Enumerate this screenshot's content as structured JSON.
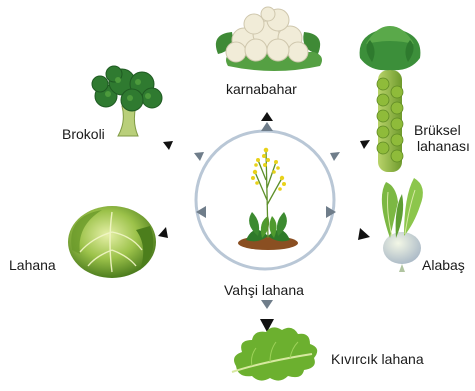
{
  "center": {
    "label": "Vahşi lahana"
  },
  "varieties": {
    "top": "karnabahar",
    "top_right_line1": "Brüksel",
    "top_right_line2": "lahanası",
    "right": "Alabaş",
    "bottom": "Kıvırcık lahana",
    "left": "Lahana",
    "top_left": "Brokoli"
  },
  "colors": {
    "circle": "#b9c7d6",
    "gray_arrow": "#6f7d8a",
    "black_arrow": "#111111",
    "leaf_green": "#4f9a2e",
    "flower_yellow": "#e8d21a"
  }
}
